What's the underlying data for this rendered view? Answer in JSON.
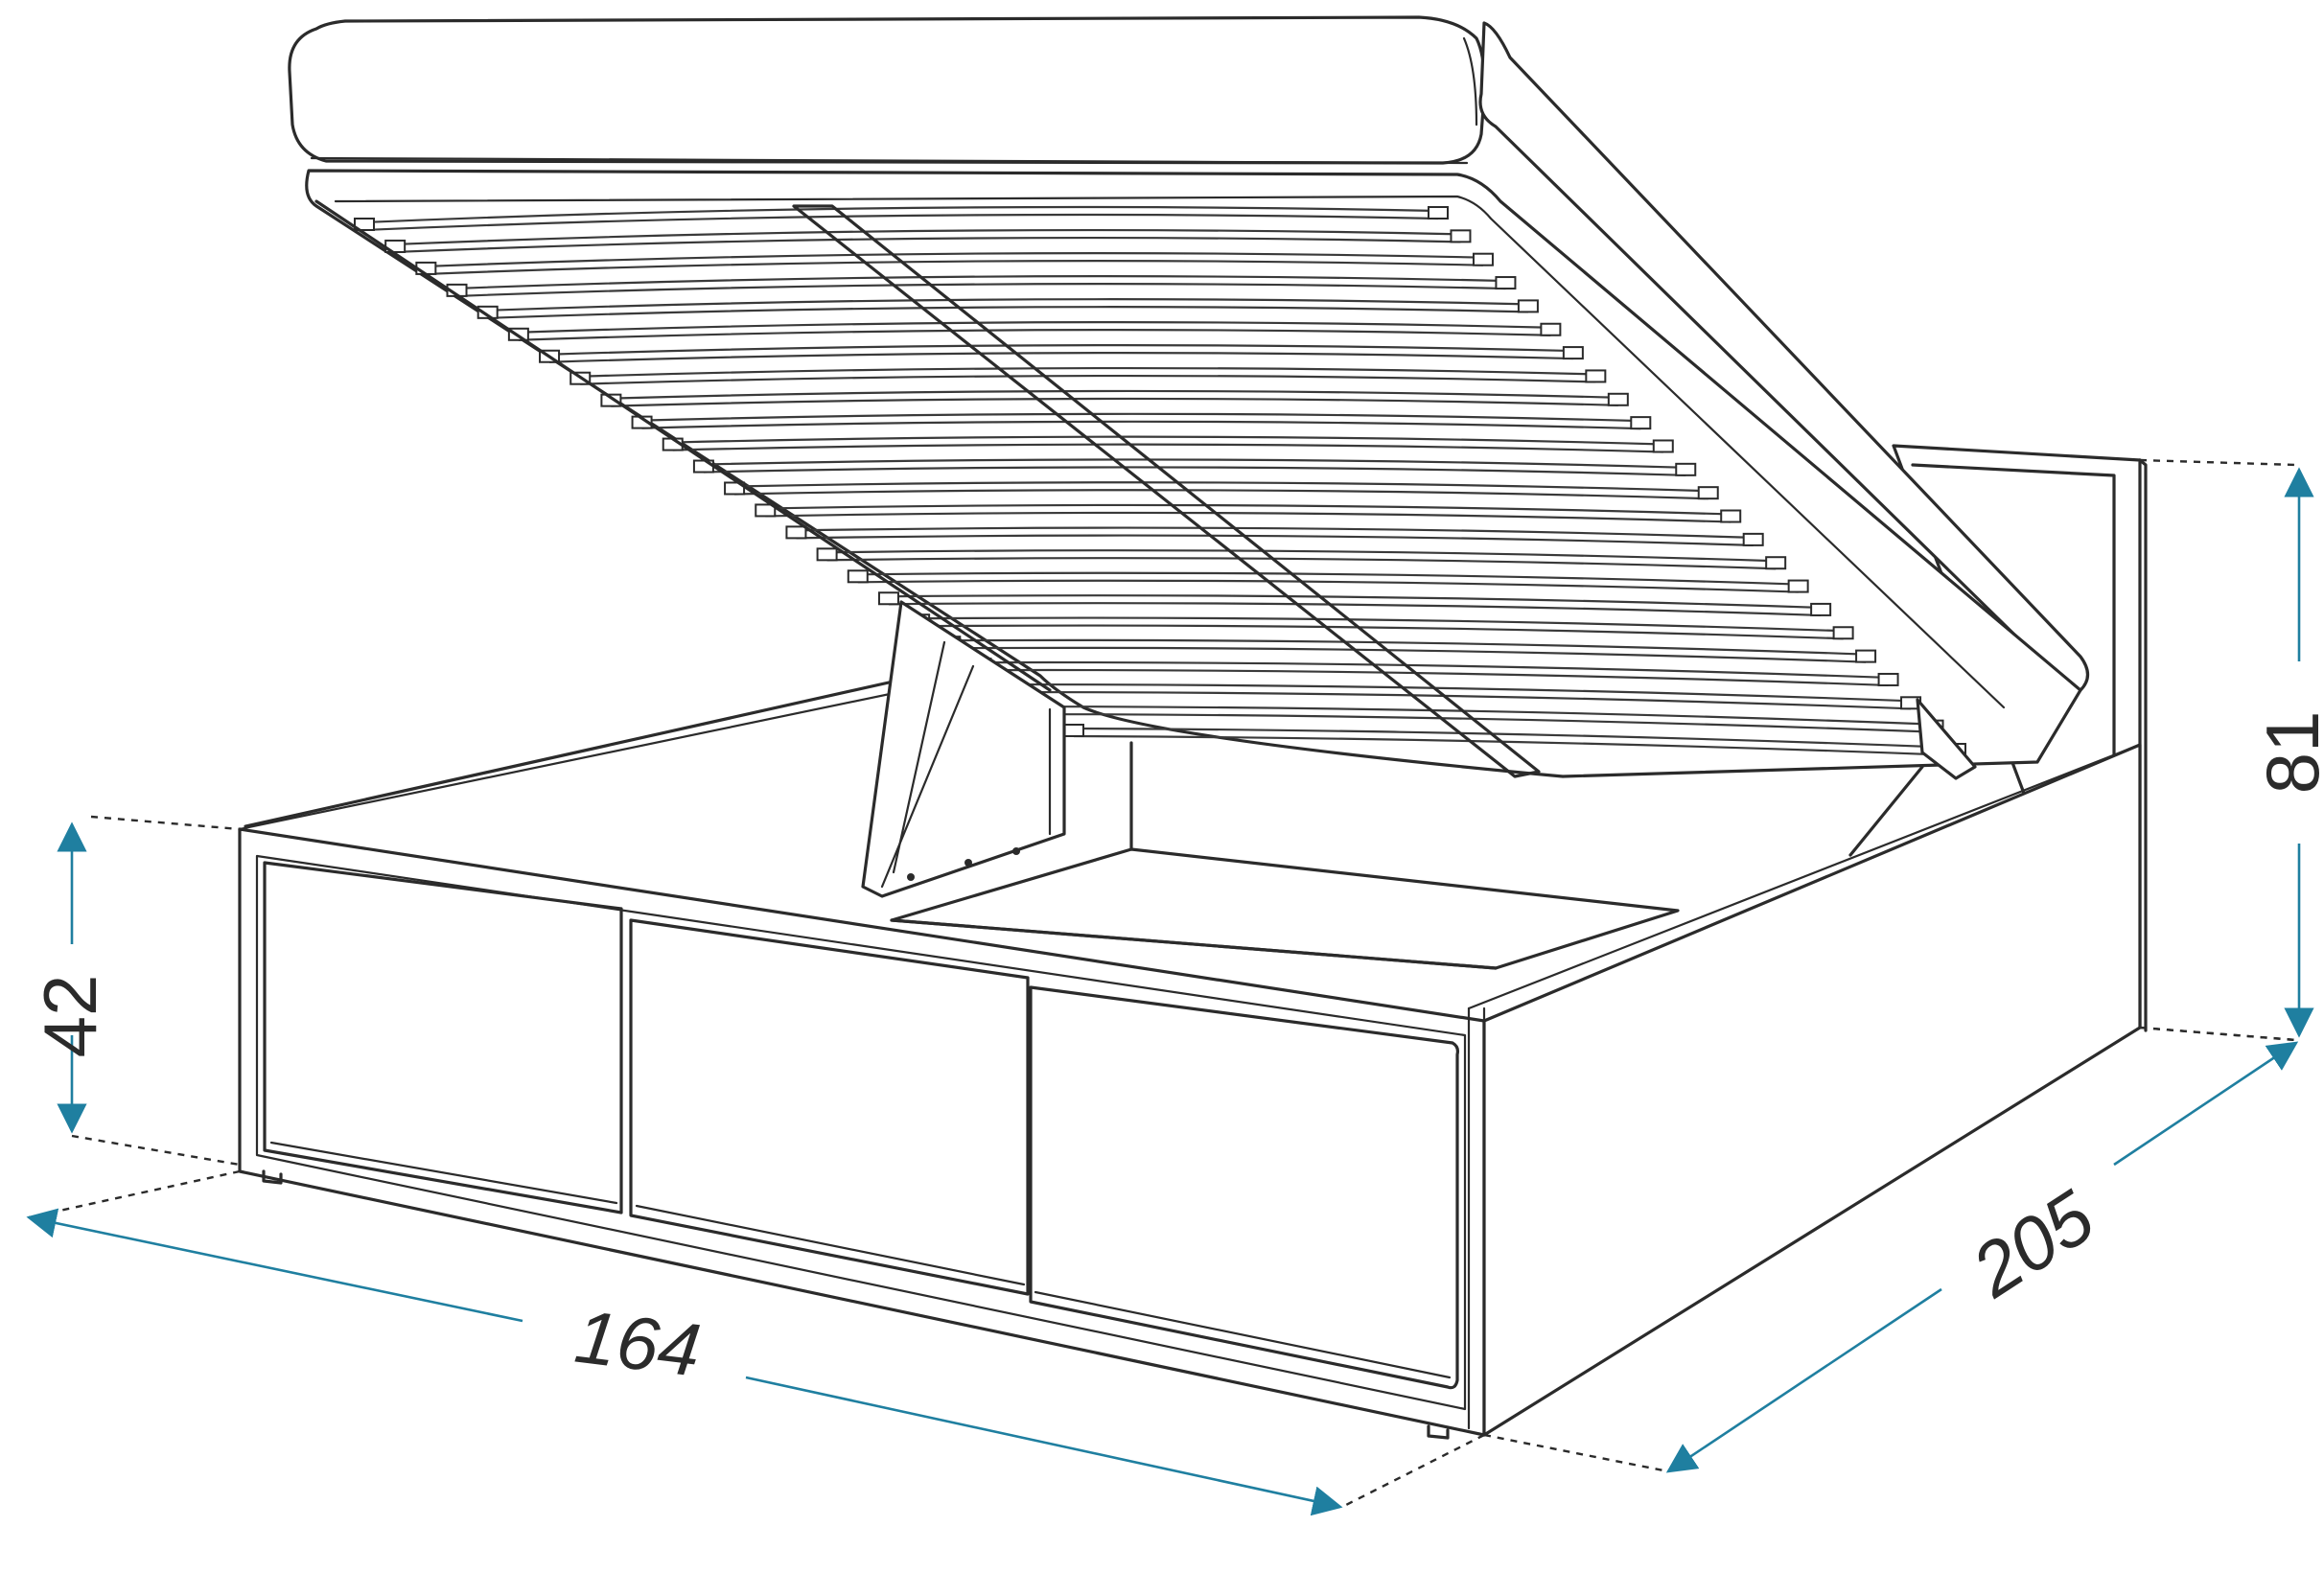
{
  "colors": {
    "line": "#2b2b2b",
    "dimension_accent": "#1f7fa0",
    "background": "#ffffff"
  },
  "dimensions": {
    "width": "164",
    "length": "205",
    "height_frame": "42",
    "height_headboard": "81"
  }
}
